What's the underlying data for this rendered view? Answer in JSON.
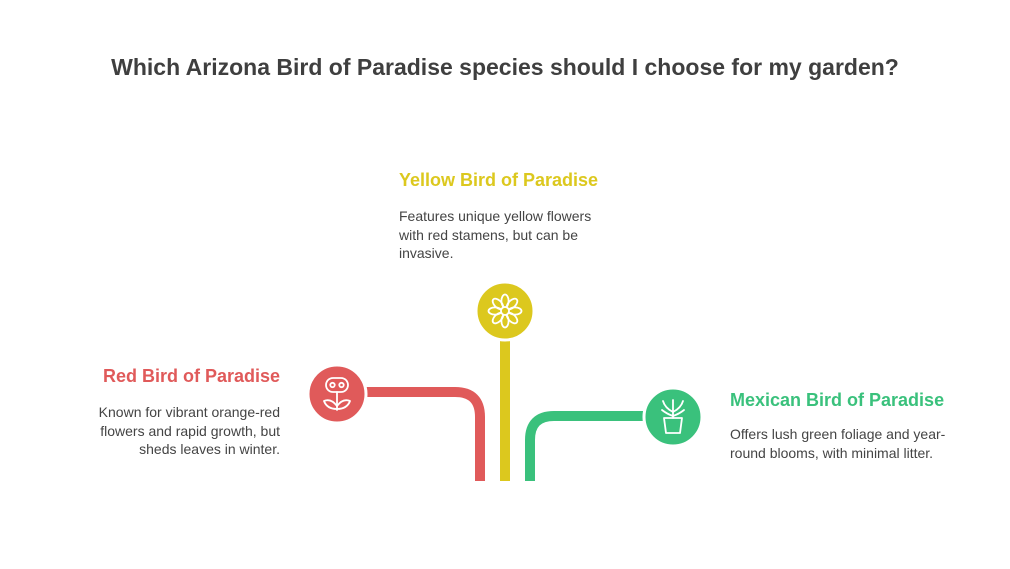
{
  "title": "Which Arizona Bird of Paradise species should I choose for my garden?",
  "colors": {
    "red": "#e05a5a",
    "yellow": "#dcc81e",
    "green": "#3ac17c",
    "title": "#3f3f3f",
    "text": "#444444"
  },
  "options": [
    {
      "key": "red",
      "heading": "Red Bird of Paradise",
      "description": "Known for vibrant orange-red flowers and rapid growth, but sheds leaves in winter.",
      "icon": "flower-pot-icon"
    },
    {
      "key": "yellow",
      "heading": "Yellow Bird of Paradise",
      "description": "Features unique yellow flowers with red stamens, but can be invasive.",
      "icon": "sunflower-icon"
    },
    {
      "key": "green",
      "heading": "Mexican Bird of Paradise",
      "description": "Offers lush green foliage and year-round blooms, with minimal litter.",
      "icon": "potted-plant-icon"
    }
  ]
}
